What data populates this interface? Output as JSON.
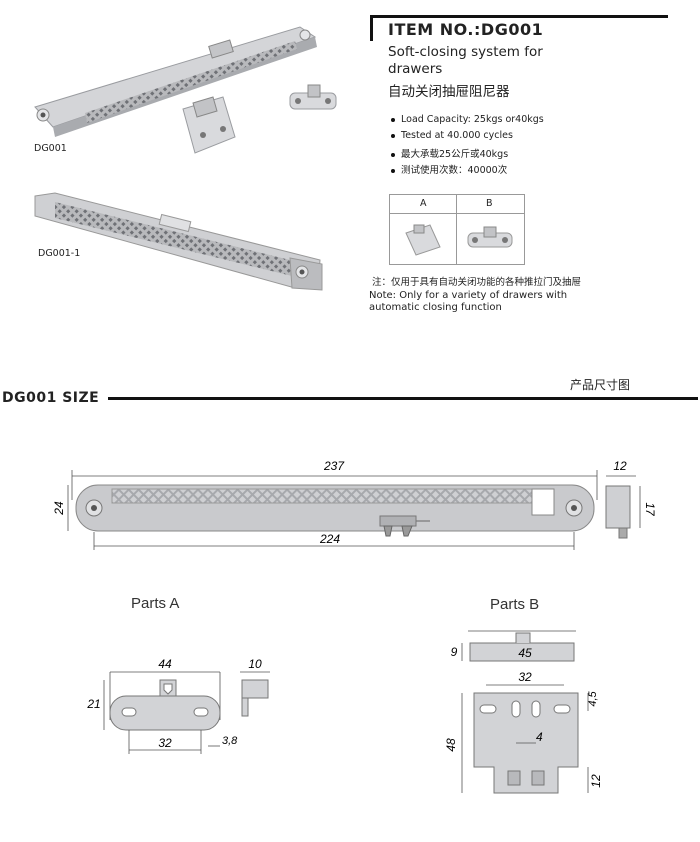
{
  "header": {
    "item_no": "ITEM NO.:DG001",
    "subtitle_en_1": "Soft-closing system for",
    "subtitle_en_2": "drawers",
    "subtitle_cn": "自动关闭抽屉阻尼器"
  },
  "specs": [
    "Load Capacity: 25kgs or40kgs",
    "Tested at 40.000 cycles",
    "最大承载25公斤或40kgs",
    "测试使用次数：40000次"
  ],
  "captions": {
    "dg001": "DG001",
    "dg001_1": "DG001-1"
  },
  "parts_table": {
    "col_a": "A",
    "col_b": "B"
  },
  "note": {
    "cn": "注：仅用于具有自动关闭功能的各种推拉门及抽屉",
    "en_1": "Note: Only for a variety of drawers with",
    "en_2": "automatic  closing function"
  },
  "size_section": {
    "heading": "DG001 SIZE",
    "cn_label": "产品尺寸图",
    "dims": {
      "total_length": "237",
      "hole_spacing": "224",
      "height": "24",
      "side_width": "12",
      "side_height": "17"
    }
  },
  "parts_a": {
    "label": "Parts A",
    "dims": {
      "width": "44",
      "height": "21",
      "hole_spacing": "32",
      "offset": "3,8",
      "side_width": "10"
    }
  },
  "parts_b": {
    "label": "Parts B",
    "dims": {
      "top_height": "9",
      "top_width": "45",
      "hole_spacing": "32",
      "top_gap": "4,5",
      "center_gap": "4",
      "height": "48",
      "bottom_gap": "12"
    }
  }
}
